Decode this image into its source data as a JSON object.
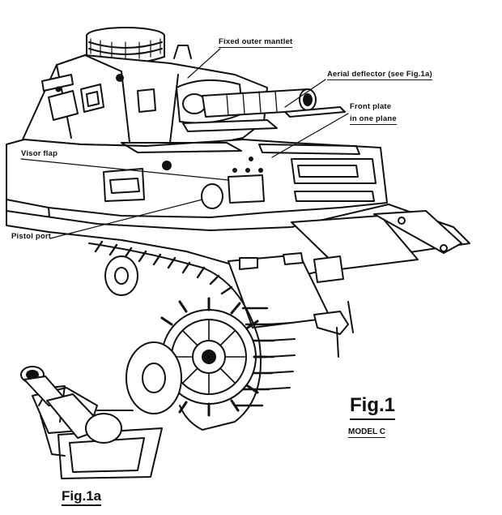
{
  "labels": {
    "cupola": "Fixed outer mantlet",
    "aerial": "Aerial deflector (see Fig.1a)",
    "front_plate_1": "Front plate",
    "front_plate_2": "in one plane",
    "visor": "Visor flap",
    "pistol": "Pistol port"
  },
  "captions": {
    "fig1": "Fig.1",
    "model": "MODEL C",
    "fig1a": "Fig.1a"
  },
  "colors": {
    "ink": "#111111",
    "paper": "#ffffff"
  }
}
